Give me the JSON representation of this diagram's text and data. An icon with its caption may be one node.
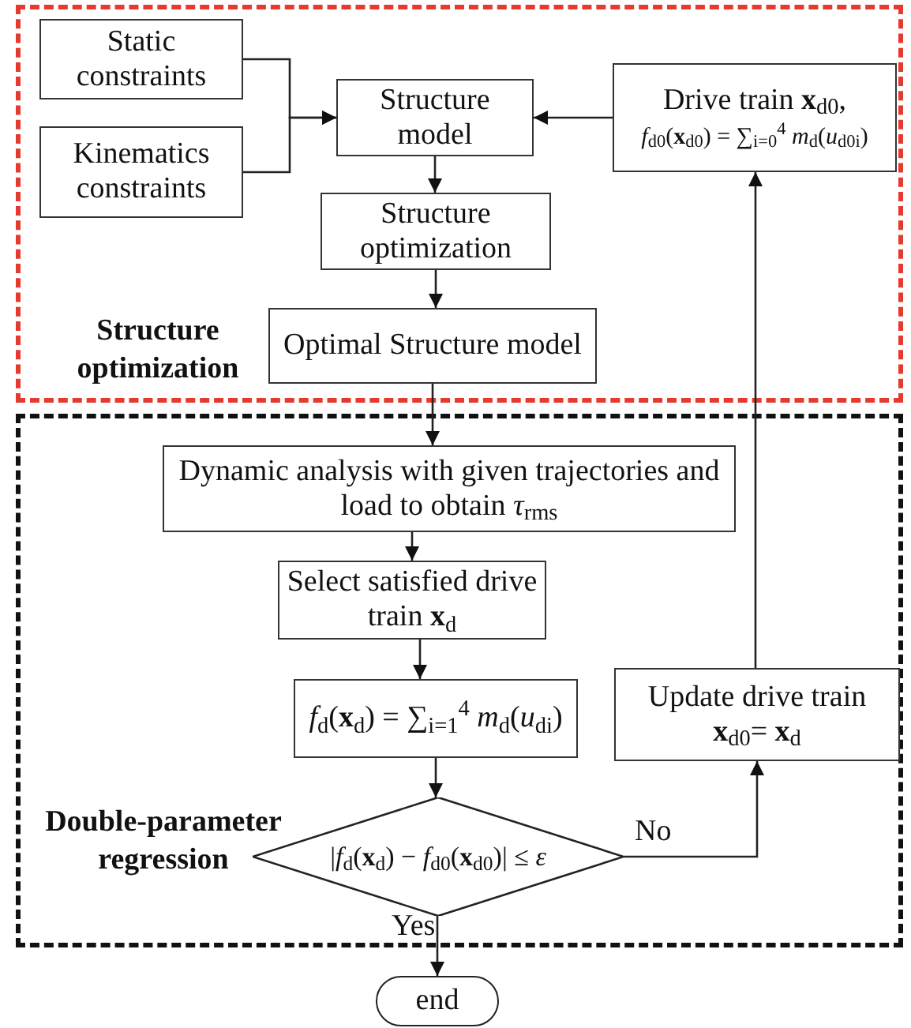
{
  "diagram": {
    "nodes": [
      {
        "text": [
          "Structure optimization"
        ]
      },
      {
        "text": [
          "Double-parameter regression"
        ]
      },
      {
        "text": [
          "Static constraints"
        ],
        "in": 0
      },
      {
        "text": [
          "Kinematics constraints"
        ],
        "in": 0
      },
      {
        "text": [
          "Structure model"
        ],
        "in": 0
      },
      {
        "text": [
          "Drive train **x**$_{d0}$,",
          "*f*$_{d0}$(**x**$_{d0}$) = ∑$_{i=0}$$^{4}$ *m*$_{d}$(*u*$_{d0i}$)"
        ],
        "in": 0
      },
      {
        "text": [
          "Structure optimization"
        ],
        "in": 0
      },
      {
        "text": [
          "Optimal Structure model"
        ],
        "in": 0
      },
      {
        "text": [
          "Dynamic analysis with given trajectories and load to obtain *τ*$_{rms}$"
        ],
        "in": 1
      },
      {
        "text": [
          "Select satisfied drive train **x**$_{d}$"
        ],
        "in": 1
      },
      {
        "text": [
          "*f*$_{d}$(**x**$_{d}$) = ∑$_{i=1}$$^{4}$ *m*$_{d}$(*u*$_{di}$)"
        ],
        "in": 1
      },
      {
        "text": [
          "Update drive train **x**$_{d0}$= **x**$_{d}$"
        ],
        "in": 1
      },
      {
        "text": [
          "|*f*$_{d}$(**x**$_{d}$) − *f*$_{d0}$(**x**$_{d0}$)| ≤ *ε*"
        ],
        "in": 1
      },
      {
        "text": [
          "end"
        ]
      }
    ],
    "edges": [
      {
        "from": 2,
        "to": 4,
        "arrow": "to"
      },
      {
        "from": 3,
        "to": 4,
        "arrow": "to"
      },
      {
        "from": 5,
        "to": 4,
        "arrow": "to"
      },
      {
        "from": 4,
        "to": 6,
        "arrow": "to"
      },
      {
        "from": 6,
        "to": 7,
        "arrow": "to"
      },
      {
        "from": 7,
        "to": 8,
        "arrow": "to"
      },
      {
        "from": 8,
        "to": 9,
        "arrow": "to"
      },
      {
        "from": 9,
        "to": 10,
        "arrow": "to"
      },
      {
        "from": 10,
        "to": 12,
        "arrow": "to"
      },
      {
        "from": 12,
        "to": 11,
        "arrow": "to",
        "label": "No"
      },
      {
        "from": 11,
        "to": 5,
        "arrow": "to"
      },
      {
        "from": 12,
        "to": 13,
        "arrow": "to",
        "label": "Yes"
      }
    ]
  }
}
